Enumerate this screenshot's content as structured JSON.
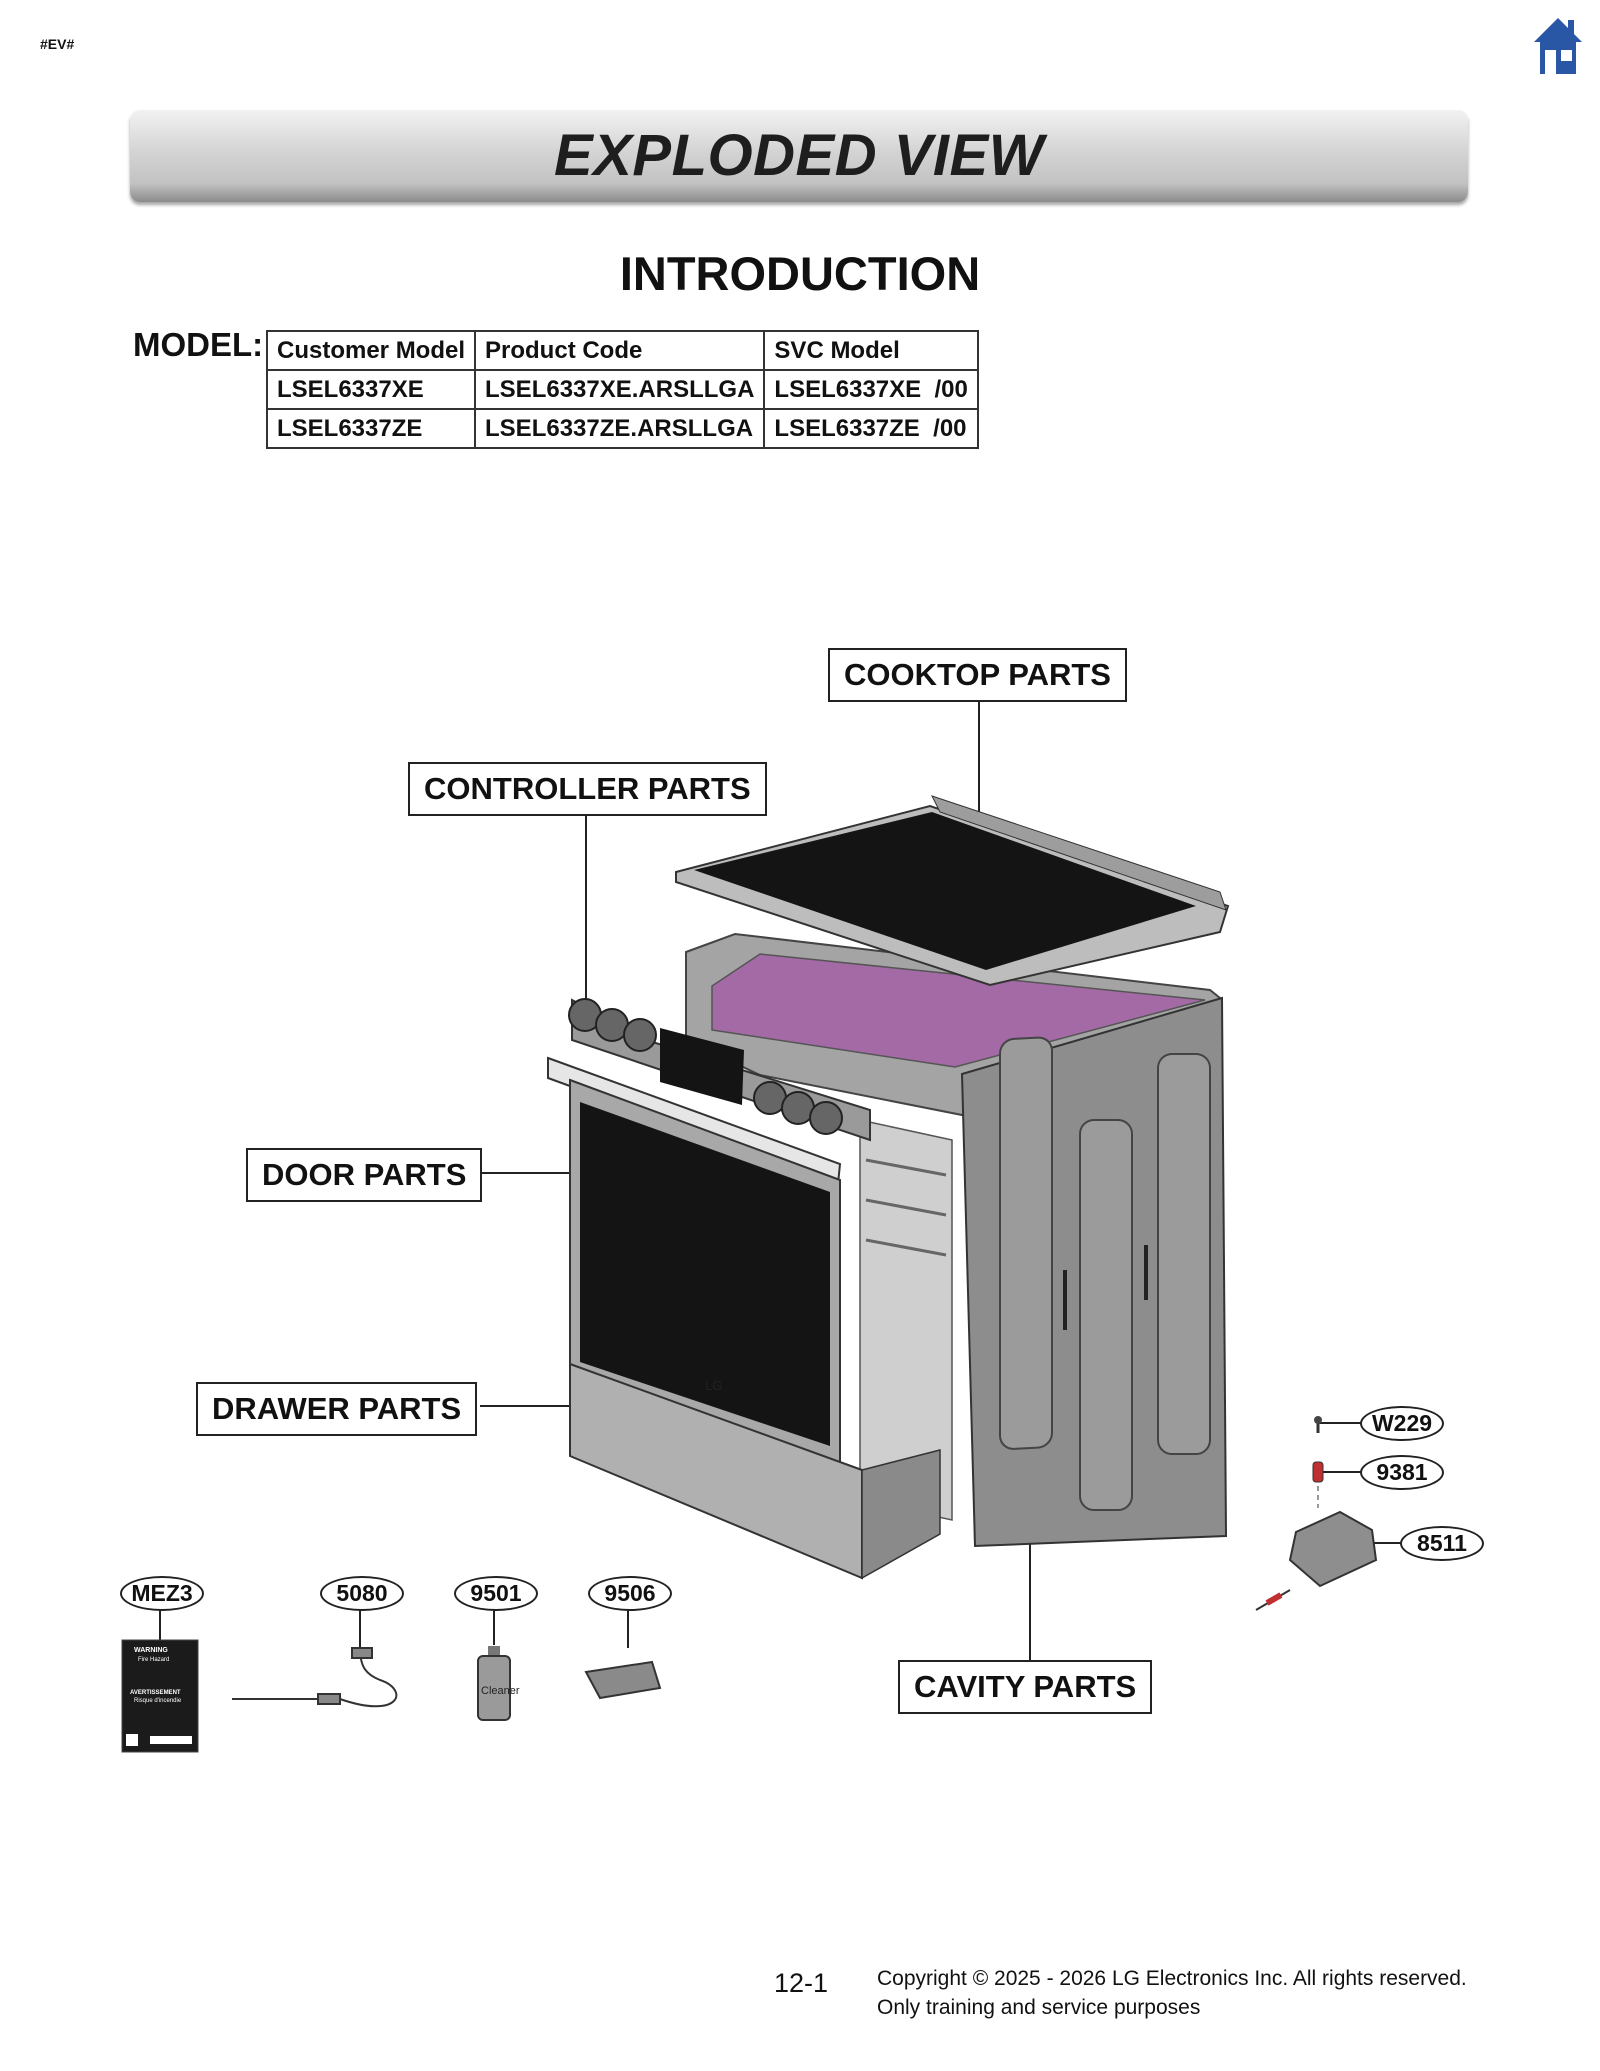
{
  "header": {
    "tag": "#EV#",
    "home_icon": "home-icon",
    "title": "EXPLODED VIEW"
  },
  "section": {
    "title": "INTRODUCTION"
  },
  "model": {
    "label": "MODEL:",
    "columns": [
      "Customer Model",
      "Product Code",
      "SVC Model"
    ],
    "rows": [
      [
        "LSEL6337XE",
        "LSEL6337XE.ARSLLGA",
        "LSEL6337XE  /00"
      ],
      [
        "LSEL6337ZE",
        "LSEL6337ZE.ARSLLGA",
        "LSEL6337ZE  /00"
      ]
    ]
  },
  "diagram": {
    "callouts": {
      "cooktop": "COOKTOP PARTS",
      "controller": "CONTROLLER PARTS",
      "door": "DOOR PARTS",
      "drawer": "DRAWER PARTS",
      "cavity": "CAVITY PARTS"
    },
    "part_numbers": {
      "w229": "W229",
      "p9381": "9381",
      "p8511": "8511",
      "mez3": "MEZ3",
      "p5080": "5080",
      "p9501": "9501",
      "p9506": "9506"
    },
    "label_texts": {
      "cleaner": "Cleaner",
      "warning": "WARNING",
      "fire_hazard": "Fire Hazard",
      "avertissement": "AVERTISSEMENT",
      "risque": "Risque d'incendie",
      "oven_brand": "LG"
    },
    "colors": {
      "cooktop_glass": "#141414",
      "cavity_top": "#a36aa6",
      "body_gray": "#8f8f8f"
    }
  },
  "footer": {
    "page": "12-1",
    "copyright_line1": "Copyright © 2025 - 2026 LG Electronics Inc. All rights reserved.",
    "copyright_line2": "Only training and service purposes"
  }
}
